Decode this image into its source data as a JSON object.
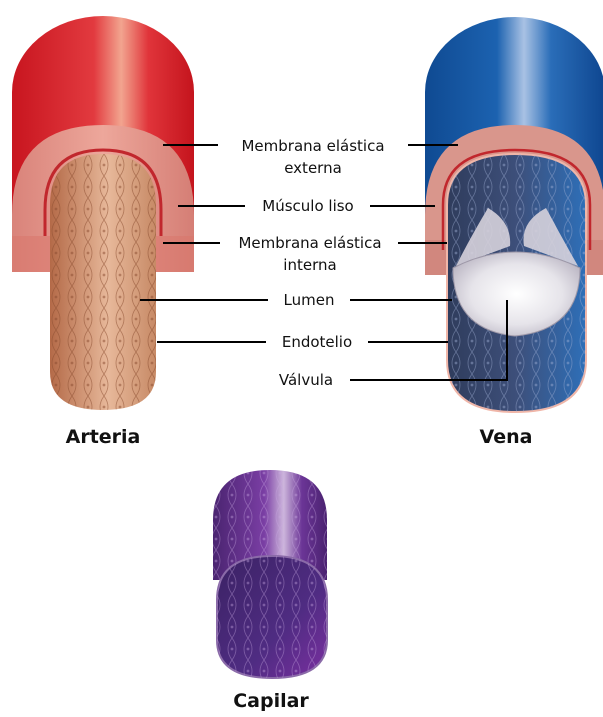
{
  "labels": {
    "external_elastic_line1": "Membrana elástica",
    "external_elastic_line2": "externa",
    "smooth_muscle": "Músculo liso",
    "internal_elastic_line1": "Membrana elástica",
    "internal_elastic_line2": "interna",
    "lumen": "Lumen",
    "endothelium": "Endotelio",
    "valve": "Válvula"
  },
  "captions": {
    "artery": "Arteria",
    "vein": "Vena",
    "capillary": "Capilar"
  },
  "colors": {
    "artery_outer": "#e02a33",
    "artery_muscle": "#e8958c",
    "artery_inner": "#c9896a",
    "vein_outer": "#1a5ea8",
    "vein_muscle": "#d99a90",
    "vein_inner": "#3b4a6e",
    "capillary": "#6a2f8f"
  }
}
